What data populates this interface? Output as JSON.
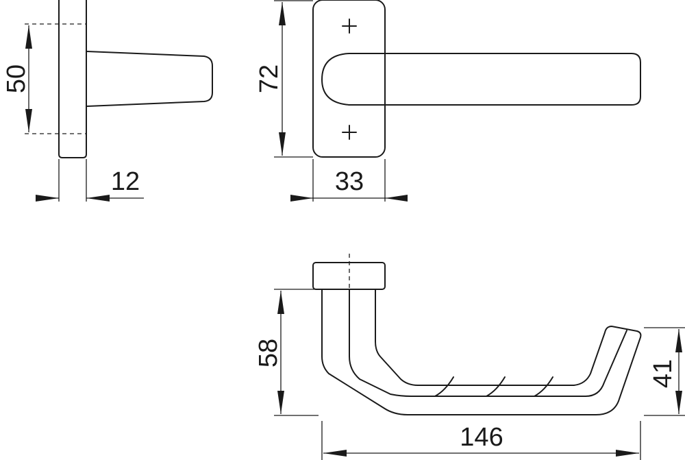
{
  "drawing": {
    "title": "Window handle dimension drawing",
    "dimensions": {
      "rose_spacing": "50",
      "rose_depth": "12",
      "rose_height": "72",
      "rose_width": "33",
      "handle_projection": "58",
      "grip_height": "41",
      "handle_length": "146"
    }
  }
}
